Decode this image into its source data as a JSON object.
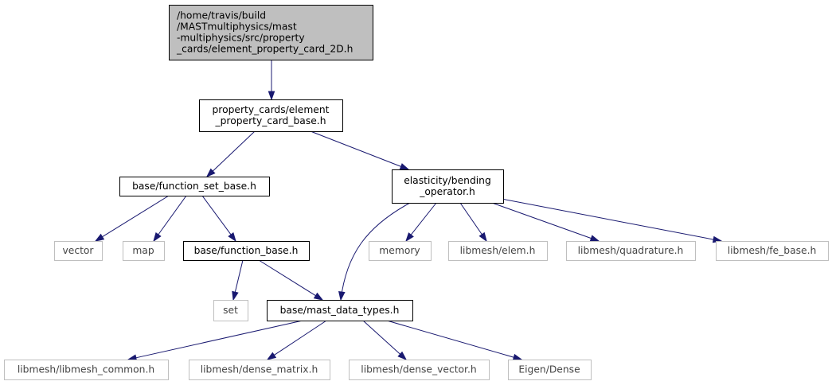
{
  "nodes": [
    {
      "id": "root",
      "lines": [
        "/home/travis/build",
        "/MASTmultiphysics/mast",
        "-multiphysics/src/property",
        "_cards/element_property_card_2D.h"
      ]
    },
    {
      "id": "epcb",
      "lines": [
        "property_cards/element",
        "_property_card_base.h"
      ]
    },
    {
      "id": "fsb",
      "lines": [
        "base/function_set_base.h"
      ]
    },
    {
      "id": "bend",
      "lines": [
        "elasticity/bending",
        "_operator.h"
      ]
    },
    {
      "id": "vector",
      "lines": [
        "vector"
      ]
    },
    {
      "id": "map",
      "lines": [
        "map"
      ]
    },
    {
      "id": "fb",
      "lines": [
        "base/function_base.h"
      ]
    },
    {
      "id": "memory",
      "lines": [
        "memory"
      ]
    },
    {
      "id": "elem",
      "lines": [
        "libmesh/elem.h"
      ]
    },
    {
      "id": "quad",
      "lines": [
        "libmesh/quadrature.h"
      ]
    },
    {
      "id": "febase",
      "lines": [
        "libmesh/fe_base.h"
      ]
    },
    {
      "id": "set",
      "lines": [
        "set"
      ]
    },
    {
      "id": "mdt",
      "lines": [
        "base/mast_data_types.h"
      ]
    },
    {
      "id": "common",
      "lines": [
        "libmesh/libmesh_common.h"
      ]
    },
    {
      "id": "dmat",
      "lines": [
        "libmesh/dense_matrix.h"
      ]
    },
    {
      "id": "dvec",
      "lines": [
        "libmesh/dense_vector.h"
      ]
    },
    {
      "id": "eigen",
      "lines": [
        "Eigen/Dense"
      ]
    }
  ],
  "edges": [
    {
      "from": "root",
      "to": "epcb"
    },
    {
      "from": "epcb",
      "to": "fsb"
    },
    {
      "from": "epcb",
      "to": "bend"
    },
    {
      "from": "fsb",
      "to": "vector"
    },
    {
      "from": "fsb",
      "to": "map"
    },
    {
      "from": "fsb",
      "to": "fb"
    },
    {
      "from": "fb",
      "to": "set"
    },
    {
      "from": "fb",
      "to": "mdt"
    },
    {
      "from": "bend",
      "to": "mdt"
    },
    {
      "from": "bend",
      "to": "memory"
    },
    {
      "from": "bend",
      "to": "elem"
    },
    {
      "from": "bend",
      "to": "quad"
    },
    {
      "from": "bend",
      "to": "febase"
    },
    {
      "from": "mdt",
      "to": "common"
    },
    {
      "from": "mdt",
      "to": "dmat"
    },
    {
      "from": "mdt",
      "to": "dvec"
    },
    {
      "from": "mdt",
      "to": "eigen"
    }
  ],
  "colors": {
    "edge": "#191970",
    "root_fill": "#bfbfbf",
    "external_border": "#bfbfbf"
  }
}
